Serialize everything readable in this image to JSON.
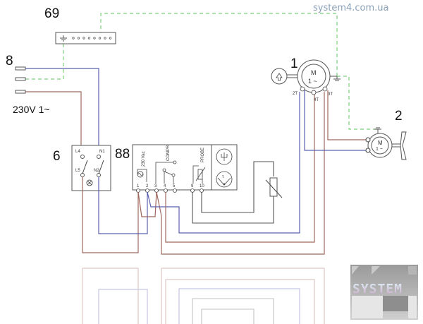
{
  "diagram": {
    "watermark": "system4.com.ua",
    "components": [
      {
        "id": "69",
        "label": "69",
        "name": "Ground terminal strip"
      },
      {
        "id": "8",
        "label": "8",
        "name": "Power supply cable",
        "note": "230V 1~"
      },
      {
        "id": "6",
        "label": "6",
        "name": "Main switch",
        "terminals": [
          "L4",
          "N1",
          "L5",
          "N2"
        ]
      },
      {
        "id": "88",
        "label": "88",
        "name": "Electronic controller",
        "sections": [
          "230 Vac",
          "COMPR",
          "PROBE"
        ],
        "terminals": [
          "1",
          "2",
          "3",
          "4",
          "5",
          "9",
          "10"
        ]
      },
      {
        "id": "1",
        "label": "1",
        "name": "Compressor motor",
        "motor_text": "M",
        "phase_text": "1 ~",
        "terminals": [
          "2T",
          "4T",
          "3T"
        ]
      },
      {
        "id": "2",
        "label": "2",
        "name": "Fan motor",
        "motor_text": "M",
        "phase_text": "1 ~"
      }
    ],
    "power_note": "230V 1~",
    "controller": {
      "section_230": "230 Vac",
      "section_compr": "COMPR",
      "section_probe": "PROBE",
      "t1": "1",
      "t2": "2",
      "t3": "3",
      "t4": "4",
      "t5": "5",
      "t9": "9",
      "t10": "10"
    },
    "switch": {
      "l4": "L4",
      "n1": "N1",
      "l5": "L5",
      "n2": "N2"
    },
    "motor1": {
      "m": "M",
      "phase": "1 ~",
      "t2": "2T",
      "t4": "4T",
      "t3": "3T"
    },
    "motor2": {
      "m": "M",
      "phase": "1 ~"
    },
    "labels": {
      "c69": "69",
      "c8": "8",
      "c6": "6",
      "c88": "88",
      "c1": "1",
      "c2": "2"
    },
    "logo_text": "SYSTEM",
    "colors": {
      "live": "#a0675f",
      "neutral": "#5a5fb0",
      "ground": "#7ccf7c",
      "signal": "#555555"
    }
  }
}
